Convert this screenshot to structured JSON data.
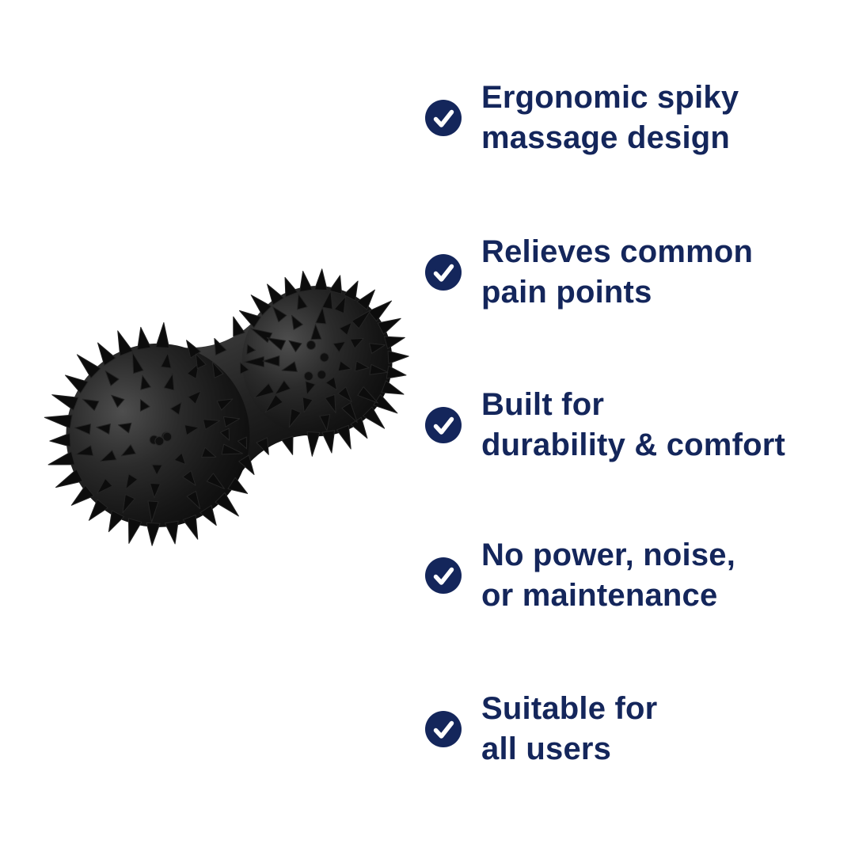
{
  "background_color": "#ffffff",
  "accent_color": "#14265b",
  "check_icon": {
    "name": "check-icon",
    "circle_color": "#14265b",
    "check_color": "#ffffff"
  },
  "product": {
    "description": "black spiky peanut-shaped massage roller ball",
    "body_color": "#1a1a1a"
  },
  "features": [
    {
      "line1": "Ergonomic spiky",
      "line2": "massage design"
    },
    {
      "line1": "Relieves common",
      "line2": "pain points"
    },
    {
      "line1": "Built for",
      "line2": "durability & comfort"
    },
    {
      "line1": "No power, noise,",
      "line2": "or maintenance"
    },
    {
      "line1": "Suitable for",
      "line2": "all users"
    }
  ]
}
